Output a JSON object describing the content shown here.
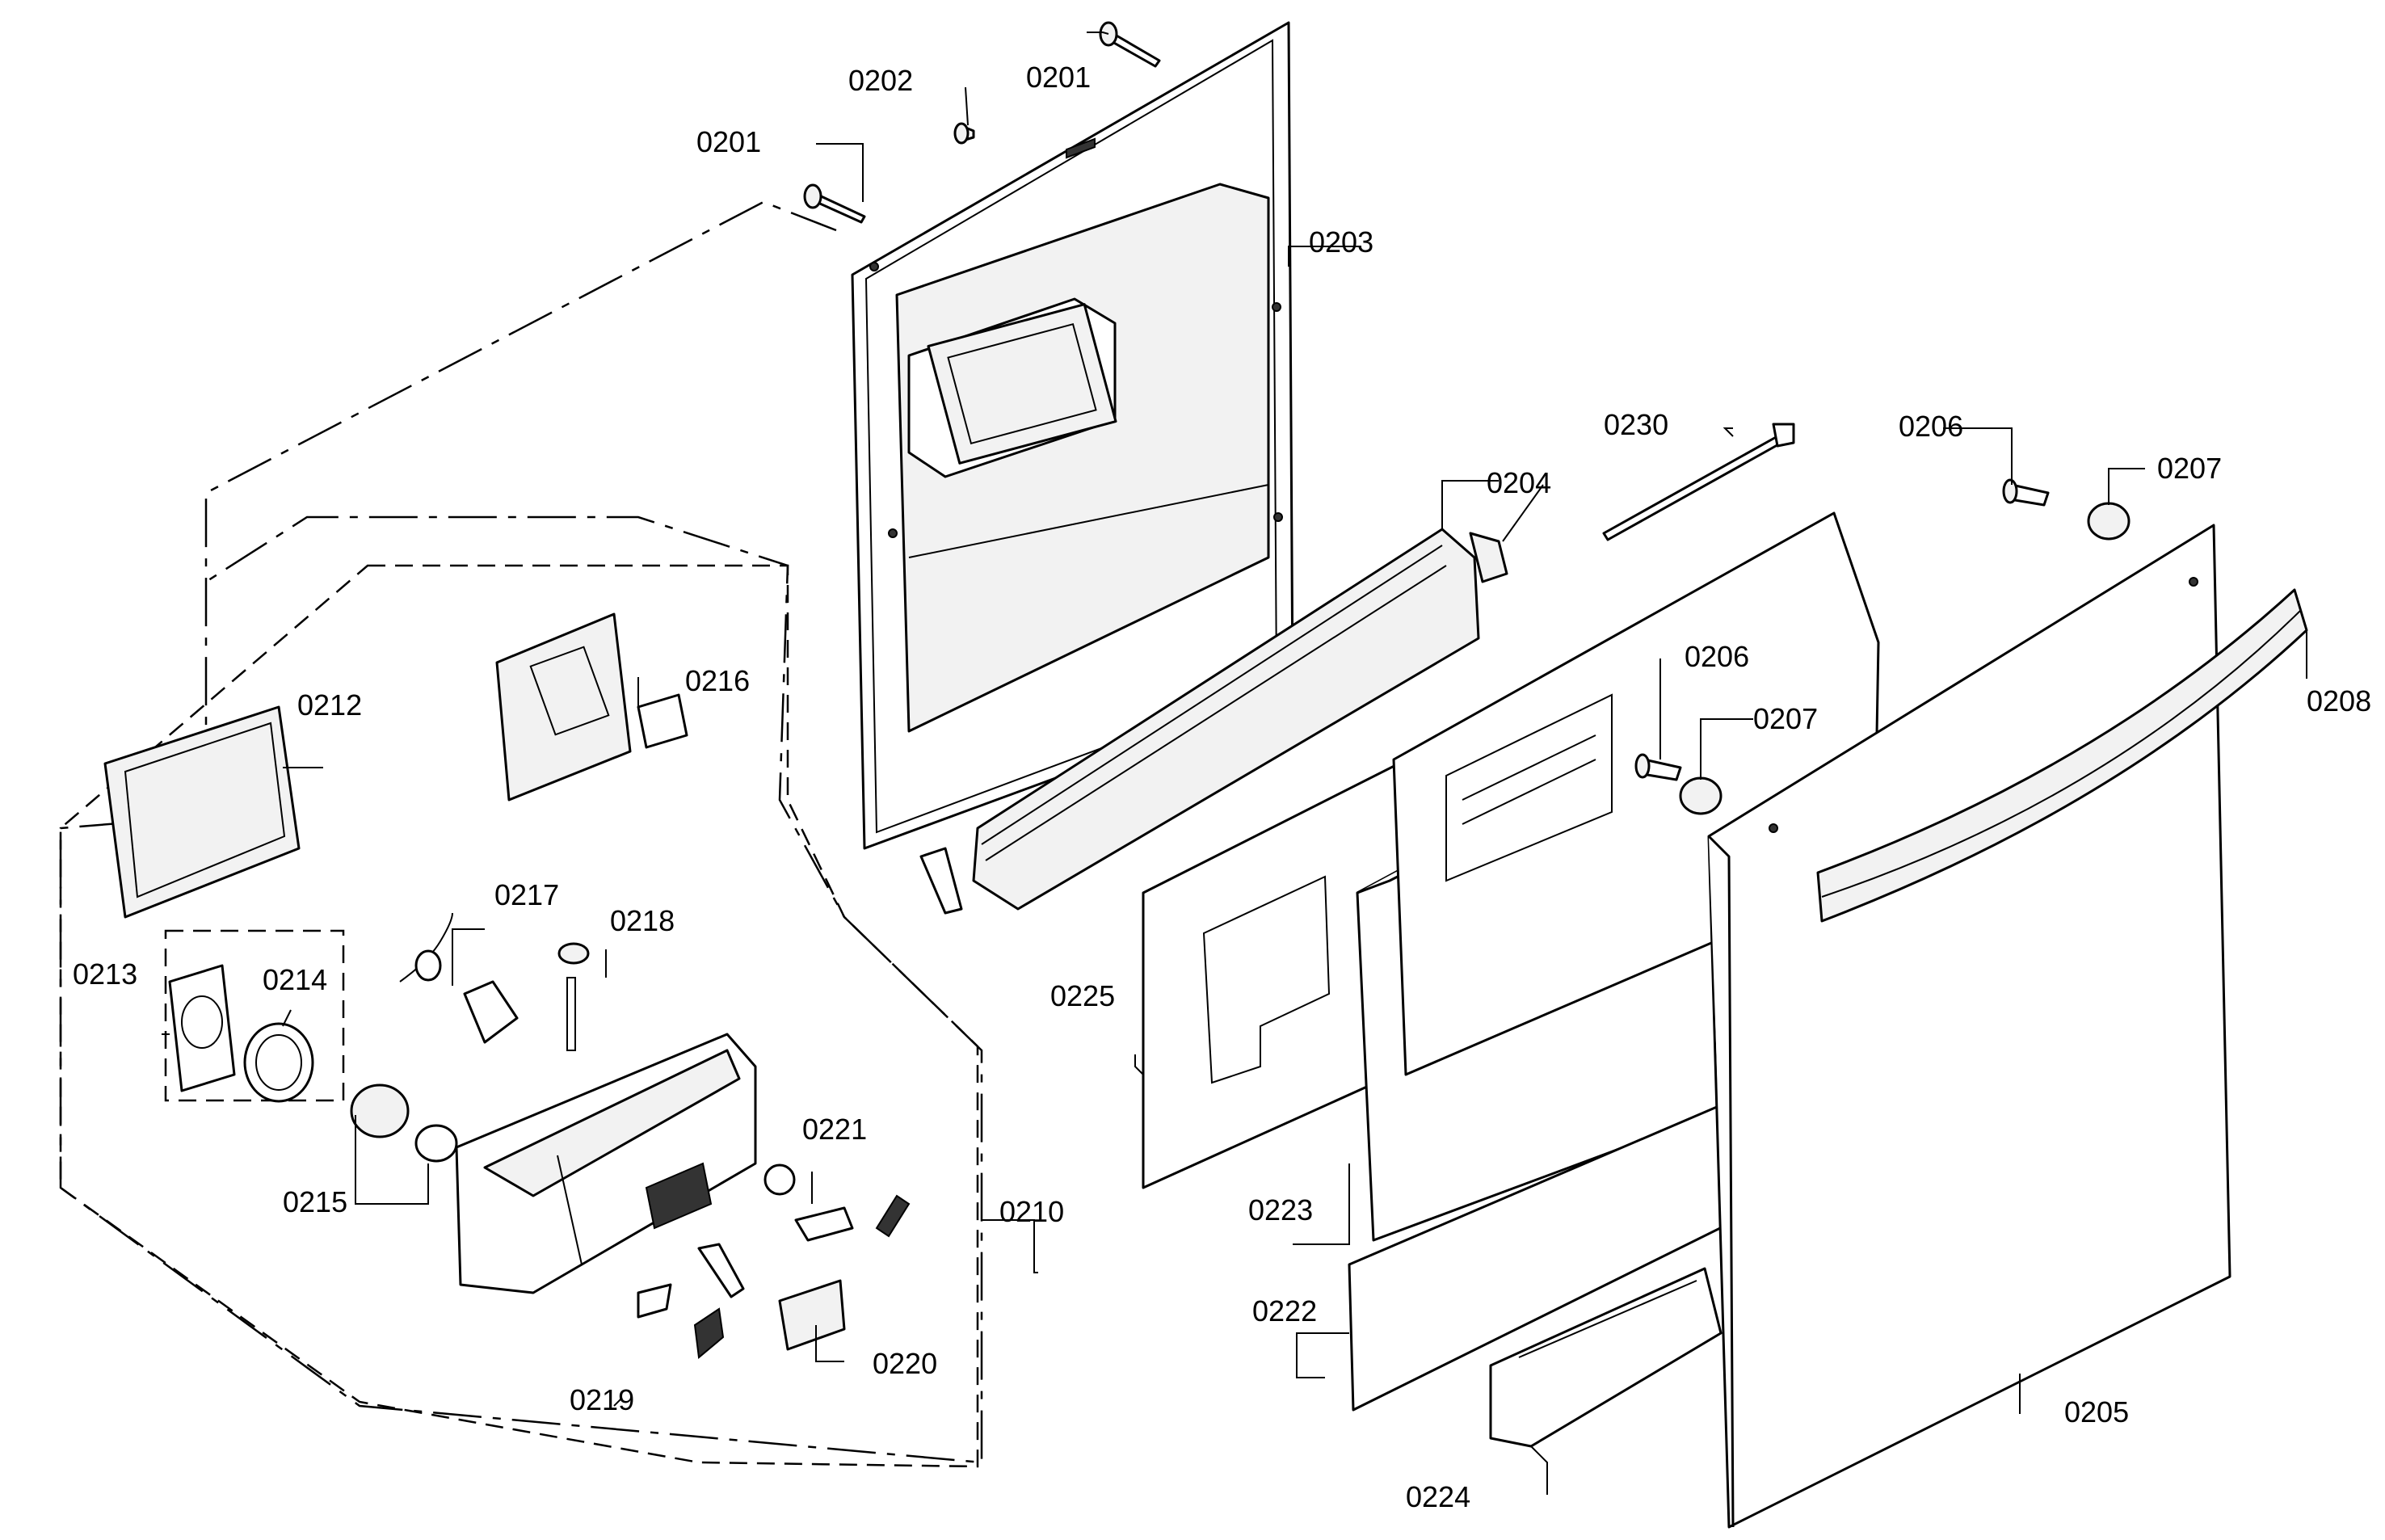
{
  "labels": {
    "p0201a": "0201",
    "p0201b": "0201",
    "p0202": "0202",
    "p0203": "0203",
    "p0204": "0204",
    "p0205": "0205",
    "p0206a": "0206",
    "p0206b": "0206",
    "p0207a": "0207",
    "p0207b": "0207",
    "p0208": "0208",
    "p0210": "0210",
    "p0212": "0212",
    "p0213": "0213",
    "p0214": "0214",
    "p0215": "0215",
    "p0216": "0216",
    "p0217": "0217",
    "p0218": "0218",
    "p0219": "0219",
    "p0220": "0220",
    "p0221": "0221",
    "p0222": "0222",
    "p0223": "0223",
    "p0224": "0224",
    "p0225": "0225",
    "p0230": "0230"
  }
}
